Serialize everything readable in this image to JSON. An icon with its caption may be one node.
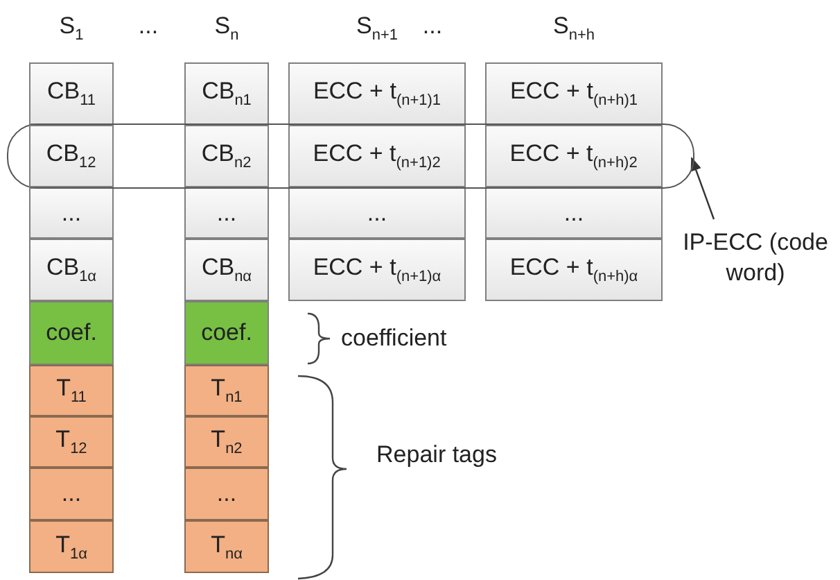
{
  "diagram": {
    "nodes": [
      {
        "text": [
          "CB$_{11}$"
        ]
      },
      {
        "text": [
          "CB$_{n1}$"
        ]
      },
      {
        "text": [
          "ECC + t$_{(n+1)1}$"
        ]
      },
      {
        "text": [
          "ECC + t$_{(n+h)1}$"
        ]
      },
      {
        "text": [
          "CB$_{12}$"
        ],
        "in": 26
      },
      {
        "text": [
          "CB$_{n2}$"
        ],
        "in": 26
      },
      {
        "text": [
          "ECC + t$_{(n+1)2}$"
        ],
        "in": 26
      },
      {
        "text": [
          "ECC + t$_{(n+h)2}$"
        ],
        "in": 26
      },
      {
        "text": [
          "..."
        ]
      },
      {
        "text": [
          "..."
        ]
      },
      {
        "text": [
          "..."
        ]
      },
      {
        "text": [
          "..."
        ]
      },
      {
        "text": [
          "CB$_{1α}$"
        ]
      },
      {
        "text": [
          "CB$_{nα}$"
        ]
      },
      {
        "text": [
          "ECC + t$_{(n+1)α}$"
        ]
      },
      {
        "text": [
          "ECC + t$_{(n+h)α}$"
        ]
      },
      {
        "text": [
          "coef."
        ]
      },
      {
        "text": [
          "coef."
        ]
      },
      {
        "text": [
          "T$_{11}$"
        ]
      },
      {
        "text": [
          "T$_{n1}$"
        ]
      },
      {
        "text": [
          "T$_{12}$"
        ]
      },
      {
        "text": [
          "T$_{n2}$"
        ]
      },
      {
        "text": [
          "..."
        ]
      },
      {
        "text": [
          "..."
        ]
      },
      {
        "text": [
          "T$_{1α}$"
        ]
      },
      {
        "text": [
          "T$_{nα}$"
        ]
      },
      {
        "text": [],
        "shape": "box"
      },
      {
        "text": [
          "IP-ECC (code word)"
        ]
      }
    ],
    "edges": [
      {
        "from": 27,
        "to": 26,
        "arrow": "to"
      }
    ],
    "labels": [
      "S$_{1}$",
      "...",
      "S$_{n}$",
      "S$_{n+1}$",
      "...",
      "S$_{n+h}$",
      "coefficient",
      "Repair tags"
    ]
  }
}
